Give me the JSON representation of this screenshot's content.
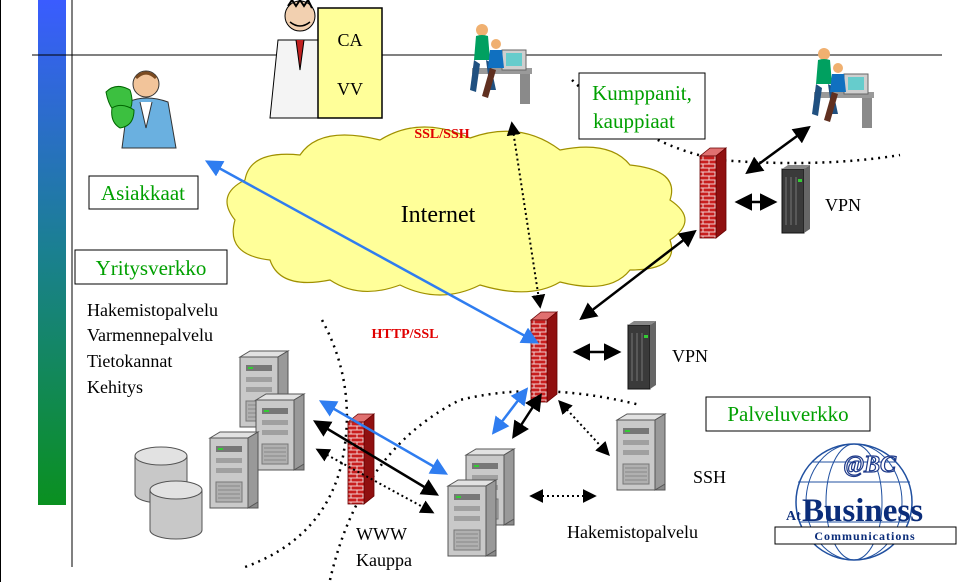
{
  "cloud": {
    "label": "Internet"
  },
  "certificate": {
    "line1": "CA",
    "line2": "VV"
  },
  "protocols": {
    "ssl_ssh": "SSL/SSH",
    "http_ssl": "HTTP/SSL"
  },
  "zones": {
    "partners": [
      "Kumppanit,",
      "kauppiaat"
    ],
    "customers": "Asiakkaat",
    "corporate": "Yritysverkko",
    "service": "Palveluverkko"
  },
  "corporate_services": [
    "Hakemistopalvelu",
    "Varmennepalvelu",
    "Tietokannat",
    "Kehitys"
  ],
  "vpn_labels": [
    "VPN",
    "VPN"
  ],
  "servers": {
    "ssh": "SSH",
    "www": "WWW",
    "shop": "Kauppa",
    "directory": "Hakemistopalvelu"
  },
  "logo": {
    "prefix": "At",
    "word": "Business",
    "badge": "@BC",
    "tagline": "Communications"
  },
  "colors": {
    "sidebar_top": "#3060ff",
    "sidebar_bottom": "#109010",
    "cloud_fill": "#ffff99",
    "firewall": "#c02020",
    "link_blue": "#3388ff",
    "zone_text": "#00a000",
    "protocol_text": "#e00000"
  }
}
